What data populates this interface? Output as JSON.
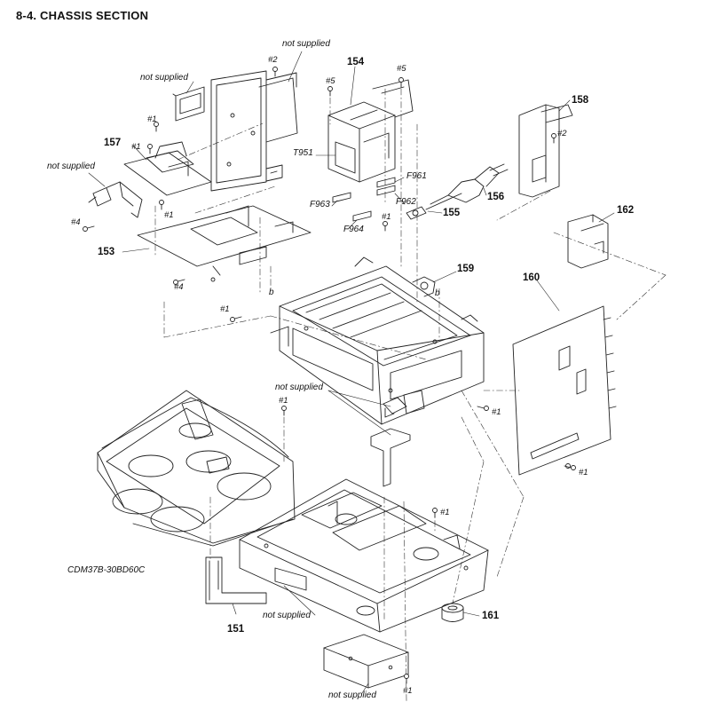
{
  "title": "8-4. CHASSIS SECTION",
  "labels": {
    "not_supplied": "not supplied",
    "p151": "151",
    "p153": "153",
    "p154": "154",
    "p155": "155",
    "p156": "156",
    "p157": "157",
    "p158": "158",
    "p159": "159",
    "p160": "160",
    "p161": "161",
    "p162": "162",
    "t951": "T951",
    "f961": "F961",
    "f962": "F962",
    "f963": "F963",
    "f964": "F964",
    "s1": "#1",
    "s2": "#2",
    "s4": "#4",
    "s5": "#5",
    "b": "b",
    "cdm": "CDM37B-30BD60C"
  }
}
